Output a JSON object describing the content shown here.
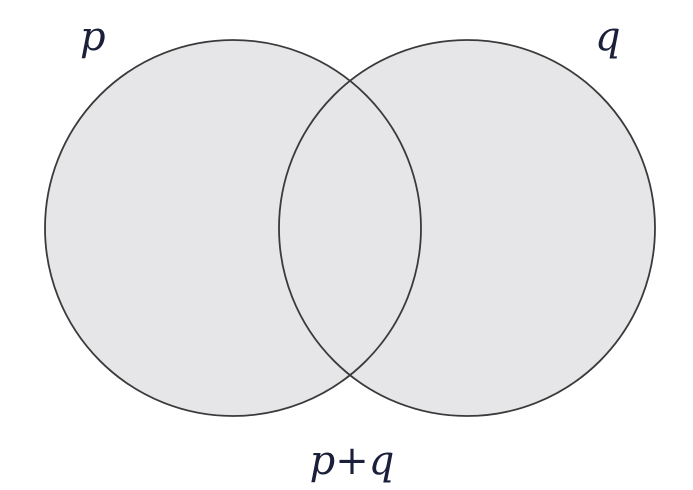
{
  "diagram": {
    "type": "venn",
    "sets": [
      {
        "label": "p"
      },
      {
        "label": "q"
      }
    ],
    "union_label": "p+q",
    "colors": {
      "fill": "#e6e6e8",
      "outline": "#3a3a3a",
      "label": "#1b1f3a"
    }
  }
}
